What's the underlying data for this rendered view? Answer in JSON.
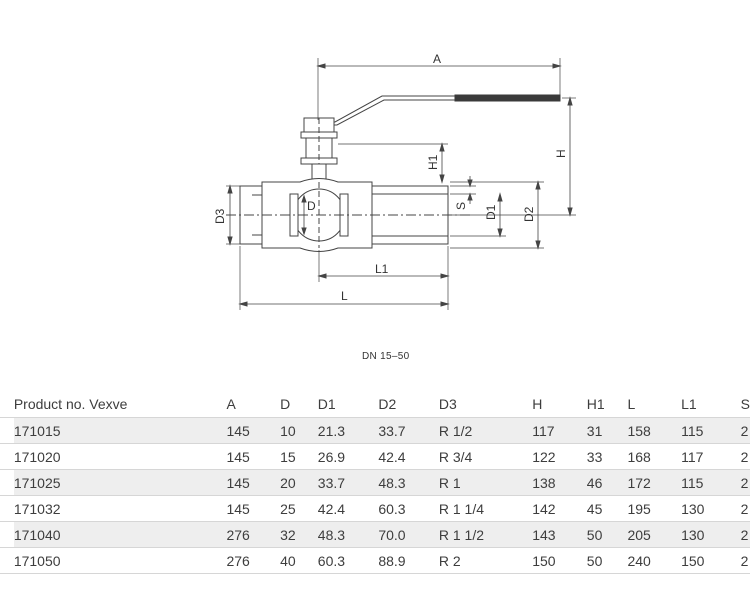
{
  "drawing": {
    "labels": {
      "a": "A",
      "h": "H",
      "h1": "H1",
      "s": "S",
      "d1": "D1",
      "d2": "D2",
      "d3": "D3",
      "d": "D",
      "l1": "L1",
      "l": "L"
    },
    "caption": "DN 15–50"
  },
  "table": {
    "headers": [
      "Product no. Vexve",
      "A",
      "D",
      "D1",
      "D2",
      "D3",
      "H",
      "H1",
      "L",
      "L1",
      "S"
    ],
    "rows": [
      [
        "171015",
        "145",
        "10",
        "21.3",
        "33.7",
        "R 1/2",
        "117",
        "31",
        "158",
        "115",
        "2"
      ],
      [
        "171020",
        "145",
        "15",
        "26.9",
        "42.4",
        "R 3/4",
        "122",
        "33",
        "168",
        "117",
        "2"
      ],
      [
        "171025",
        "145",
        "20",
        "33.7",
        "48.3",
        "R 1",
        "138",
        "46",
        "172",
        "115",
        "2"
      ],
      [
        "171032",
        "145",
        "25",
        "42.4",
        "60.3",
        "R 1 1/4",
        "142",
        "45",
        "195",
        "130",
        "2"
      ],
      [
        "171040",
        "276",
        "32",
        "48.3",
        "70.0",
        "R 1 1/2",
        "143",
        "50",
        "205",
        "130",
        "2"
      ],
      [
        "171050",
        "276",
        "40",
        "60.3",
        "88.9",
        "R 2",
        "150",
        "50",
        "240",
        "150",
        "2"
      ]
    ]
  }
}
